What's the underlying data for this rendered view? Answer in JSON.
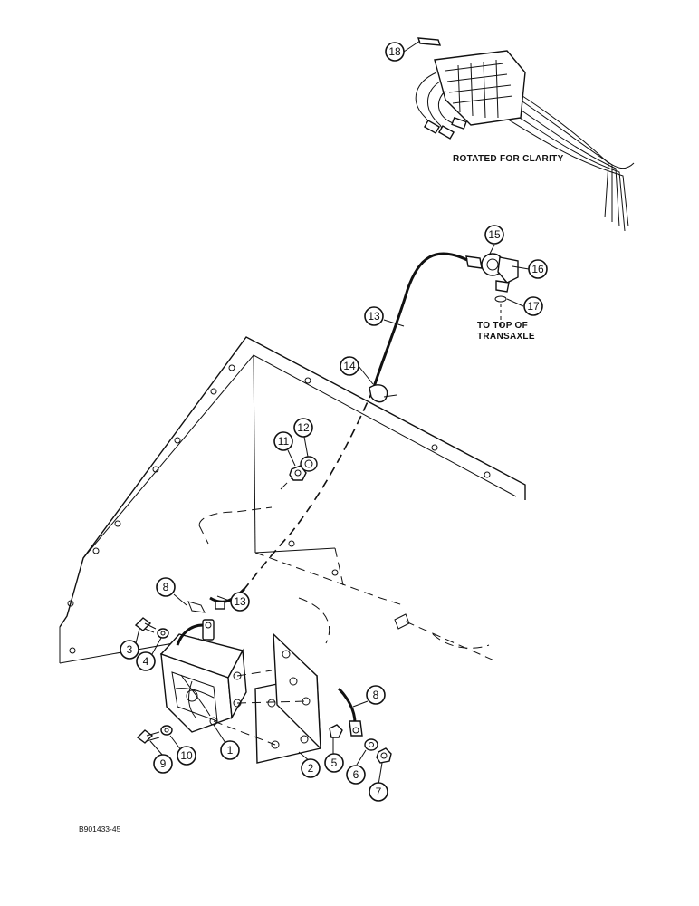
{
  "notes": {
    "rotated": "ROTATED FOR CLARITY",
    "to_top_line1": "TO TOP OF",
    "to_top_line2": "TRANSAXLE"
  },
  "figure_code": "B901433-45",
  "callouts": {
    "c1": "1",
    "c2": "2",
    "c3": "3",
    "c4": "4",
    "c5": "5",
    "c6": "6",
    "c7": "7",
    "c8a": "8",
    "c8b": "8",
    "c9": "9",
    "c10": "10",
    "c11": "11",
    "c12": "12",
    "c13a": "13",
    "c13b": "13",
    "c14": "14",
    "c15": "15",
    "c16": "16",
    "c17": "17",
    "c18": "18"
  }
}
